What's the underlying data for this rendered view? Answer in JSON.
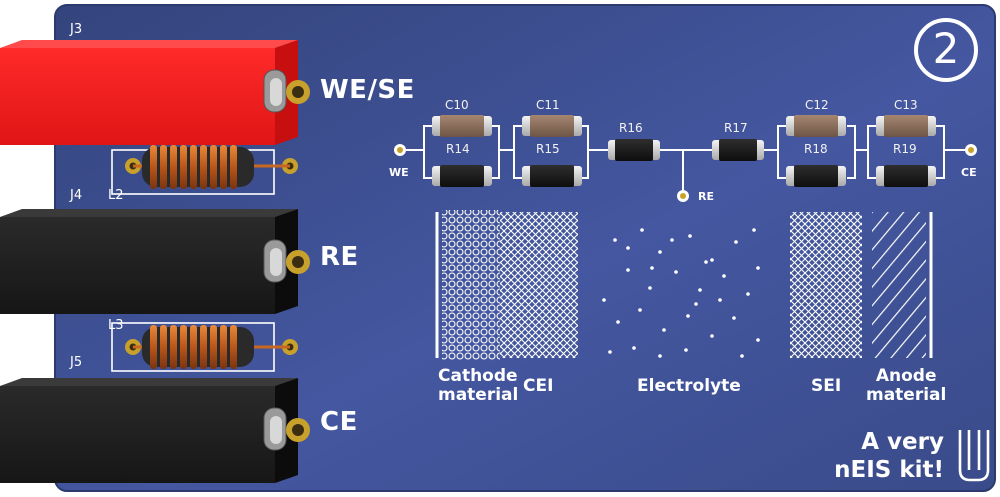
{
  "connectors": {
    "j3": "J3",
    "j4": "J4",
    "j5": "J5",
    "we_se": "WE/SE",
    "re": "RE",
    "ce": "CE"
  },
  "inductors": {
    "l2": "L2",
    "l3": "L3"
  },
  "badge": "2",
  "circuit": {
    "node_we": "WE",
    "node_re": "RE",
    "node_ce": "CE",
    "c10": "C10",
    "r14": "R14",
    "c11": "C11",
    "r15": "R15",
    "r16": "R16",
    "r17": "R17",
    "c12": "C12",
    "r18": "R18",
    "c13": "C13",
    "r19": "R19"
  },
  "layers": {
    "cathode_line1": "Cathode",
    "cathode_line2": "material",
    "cei": "CEI",
    "electrolyte": "Electrolyte",
    "sei": "SEI",
    "anode_line1": "Anode",
    "anode_line2": "material"
  },
  "tagline": {
    "line1": "A very",
    "line2": "nEIS kit!"
  },
  "colors": {
    "pcb": "#3d4f8c",
    "pcb_light": "#4a5d9c",
    "silkscreen": "#ffffff",
    "red_connector": "#ee1c1c",
    "black_connector": "#1e1e1e",
    "copper": "#c8671f",
    "ceramic_cap": "#8a6e5a"
  }
}
